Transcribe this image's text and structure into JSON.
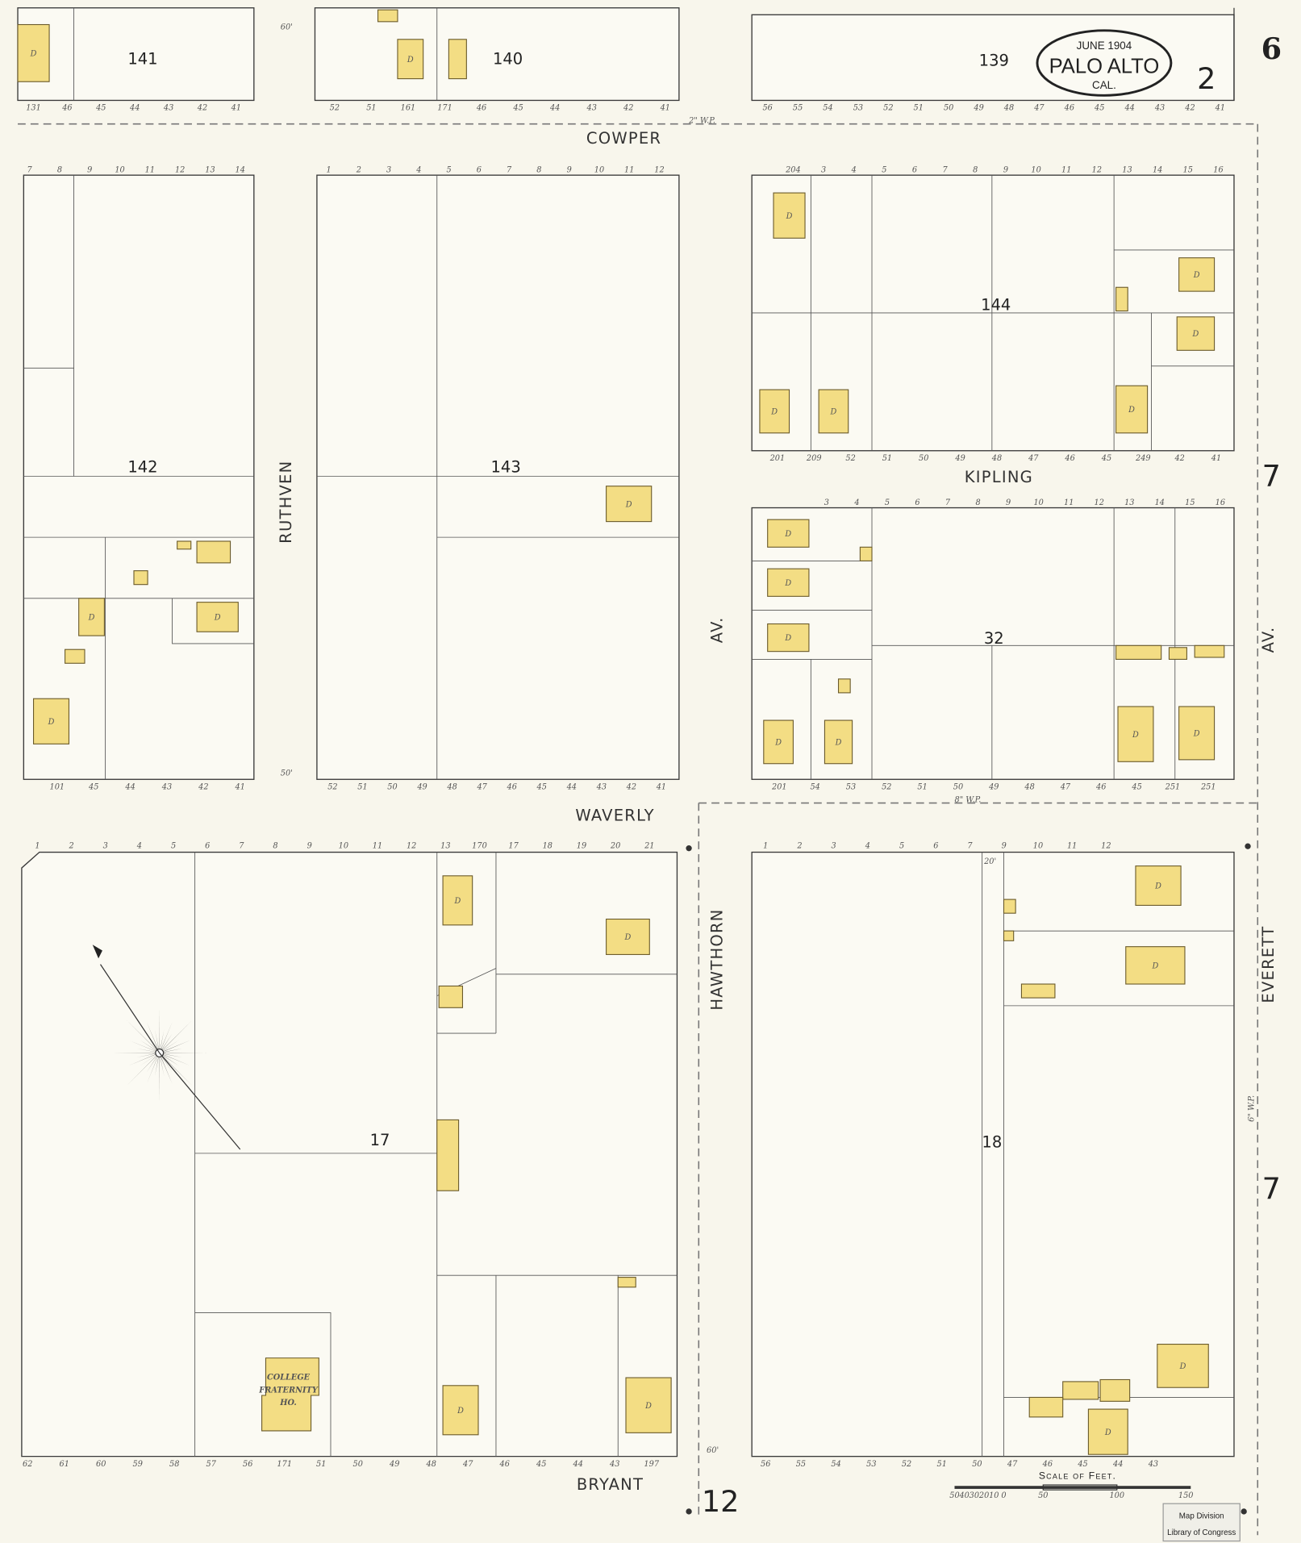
{
  "title": {
    "date": "June 1904",
    "city": "Palo Alto",
    "state": "Cal."
  },
  "sheet_number": "6",
  "volume_number": "2",
  "adjacent_sheets": {
    "east_upper": "7",
    "east_lower": "7",
    "south": "12"
  },
  "streets": {
    "cowper": "COWPER",
    "kipling": "KIPLING",
    "waverly": "WAVERLY",
    "bryant": "BRYANT",
    "ruthven": "RUTHVEN",
    "av_center": "AV.",
    "av_east": "AV.",
    "hawthorn": "HAWTHORN",
    "everett": "EVERETT"
  },
  "blocks": {
    "b141": "141",
    "b140": "140",
    "b139": "139",
    "b142": "142",
    "b143": "143",
    "b144": "144",
    "b32": "32",
    "b17": "17",
    "b18": "18"
  },
  "building_label": "D",
  "special_building": {
    "line1": "COLLEGE",
    "line2": "FRATERNITY",
    "line3": "HO."
  },
  "water_mains": {
    "cowper": "2\" W.P.",
    "waverly": "8\" W.P.",
    "everett": "6\" W.P."
  },
  "street_widths": [
    "60'",
    "50'",
    "60'",
    "20'"
  ],
  "lot_numbers": {
    "top_141": [
      "131",
      "46",
      "45",
      "44",
      "43",
      "42",
      "41"
    ],
    "top_140": [
      "52",
      "51",
      "161",
      "171",
      "46",
      "45",
      "44",
      "43",
      "42",
      "41"
    ],
    "top_139": [
      "56",
      "55",
      "54",
      "53",
      "52",
      "51",
      "50",
      "49",
      "48",
      "47",
      "46",
      "45",
      "44",
      "43",
      "42",
      "41"
    ],
    "b143_top": [
      "1",
      "2",
      "3",
      "4",
      "5",
      "6",
      "7",
      "8",
      "9",
      "10",
      "11",
      "12"
    ],
    "b143_bottom": [
      "52",
      "51",
      "50",
      "49",
      "48",
      "47",
      "46",
      "45",
      "44",
      "43",
      "42",
      "41"
    ],
    "b142_top": [
      "7",
      "8",
      "9",
      "10",
      "11",
      "12",
      "13",
      "14"
    ],
    "b142_bottom": [
      "101",
      "45",
      "44",
      "43",
      "42",
      "41"
    ],
    "b144_top": [
      "204",
      "3",
      "4",
      "5",
      "6",
      "7",
      "8",
      "9",
      "10",
      "11",
      "12",
      "13",
      "14",
      "15",
      "16"
    ],
    "b144_bottom": [
      "201",
      "209",
      "52",
      "51",
      "50",
      "49",
      "48",
      "47",
      "46",
      "45",
      "249",
      "42",
      "41"
    ],
    "b32_top": [
      "3",
      "4",
      "5",
      "6",
      "7",
      "8",
      "9",
      "10",
      "11",
      "12",
      "13",
      "14",
      "15",
      "16"
    ],
    "b32_bottom": [
      "201",
      "54",
      "53",
      "52",
      "51",
      "50",
      "49",
      "48",
      "47",
      "46",
      "45",
      "251",
      "251"
    ],
    "b17_top": [
      "1",
      "2",
      "3",
      "4",
      "5",
      "6",
      "7",
      "8",
      "9",
      "10",
      "11",
      "12",
      "13",
      "170",
      "17",
      "18",
      "19",
      "20",
      "21"
    ],
    "b17_bottom": [
      "62",
      "61",
      "60",
      "59",
      "58",
      "57",
      "56",
      "171",
      "51",
      "50",
      "49",
      "48",
      "47",
      "46",
      "45",
      "44",
      "43",
      "197"
    ],
    "b18_top": [
      "1",
      "2",
      "3",
      "4",
      "5",
      "6",
      "7",
      "9",
      "10",
      "11",
      "12"
    ],
    "b18_bottom": [
      "56",
      "55",
      "54",
      "53",
      "52",
      "51",
      "50",
      "47",
      "46",
      "45",
      "44",
      "43"
    ]
  },
  "scale": {
    "label": "Scale of Feet.",
    "ticks": [
      "50",
      "40",
      "30",
      "20",
      "10",
      "0",
      "50",
      "100",
      "150"
    ]
  },
  "stamp": {
    "line1": "Map Division",
    "line2": "Library of Congress"
  },
  "colors": {
    "paper": "#f8f6ec",
    "building_frame": "#f3dd84",
    "ink": "#333333"
  }
}
